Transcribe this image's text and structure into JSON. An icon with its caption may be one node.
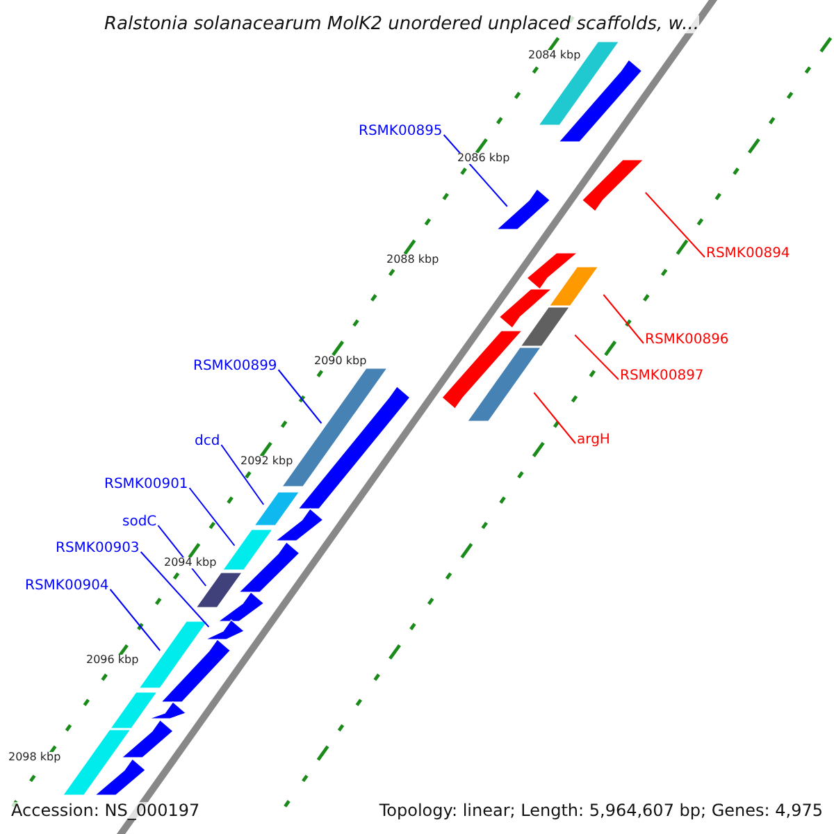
{
  "diagram": {
    "title": "Ralstonia solanacearum MolK2 unordered unplaced scaffolds, w...",
    "nodes": [
      {
        "text": [
          "RSMK00895"
        ]
      },
      {
        "text": [
          "RSMK00894"
        ]
      },
      {
        "text": [
          "RSMK00896"
        ]
      },
      {
        "text": [
          "RSMK00897"
        ]
      },
      {
        "text": [
          "RSMK00899"
        ]
      },
      {
        "text": [
          "argH"
        ]
      },
      {
        "text": [
          "dcd"
        ]
      },
      {
        "text": [
          "RSMK00901"
        ]
      },
      {
        "text": [
          "sodC"
        ]
      },
      {
        "text": [
          "RSMK00903"
        ]
      },
      {
        "text": [
          "RSMK00904"
        ]
      },
      {
        "text": [],
        "shape": "bar"
      },
      {
        "text": [],
        "shape": "arrow"
      },
      {
        "text": [],
        "shape": "arrow"
      },
      {
        "text": [],
        "shape": "arrow"
      },
      {
        "text": [],
        "shape": "arrow"
      },
      {
        "text": [],
        "shape": "arrow"
      },
      {
        "text": [],
        "shape": "bar"
      },
      {
        "text": [],
        "shape": "bar"
      },
      {
        "text": [],
        "shape": "arrow"
      },
      {
        "text": [],
        "shape": "bar"
      },
      {
        "text": [],
        "shape": "bar"
      },
      {
        "text": [],
        "shape": "arrow"
      },
      {
        "text": [],
        "shape": "bar"
      },
      {
        "text": [],
        "shape": "arrow"
      },
      {
        "text": [],
        "shape": "bar"
      },
      {
        "text": [],
        "shape": "arrow"
      },
      {
        "text": [],
        "shape": "bar"
      },
      {
        "text": [],
        "shape": "arrow"
      },
      {
        "text": [],
        "shape": "arrow"
      },
      {
        "text": [],
        "shape": "bar"
      },
      {
        "text": [],
        "shape": "arrow"
      },
      {
        "text": [],
        "shape": "bar"
      },
      {
        "text": [],
        "shape": "arrow"
      },
      {
        "text": [],
        "shape": "arrow"
      },
      {
        "text": [],
        "shape": "bar"
      },
      {
        "text": [],
        "shape": "arrow"
      }
    ],
    "edges": [
      {
        "from": 0,
        "to": 14,
        "arrow": "none"
      },
      {
        "from": 1,
        "to": 13,
        "arrow": "none",
        "color": "#ff0000"
      },
      {
        "from": 2,
        "to": 17,
        "arrow": "none",
        "color": "#ff0000"
      },
      {
        "from": 3,
        "to": 18,
        "arrow": "none",
        "color": "#ff0000"
      },
      {
        "from": 4,
        "to": 21,
        "arrow": "none"
      },
      {
        "from": 5,
        "to": 20,
        "arrow": "none",
        "color": "#ff0000"
      },
      {
        "from": 6,
        "to": 23,
        "arrow": "none"
      },
      {
        "from": 7,
        "to": 25,
        "arrow": "none"
      },
      {
        "from": 8,
        "to": 27,
        "arrow": "none"
      },
      {
        "from": 9,
        "to": 29,
        "arrow": "none"
      },
      {
        "from": 10,
        "to": 30,
        "arrow": "none"
      }
    ],
    "labels": [
      "2084 kbp",
      "2086 kbp",
      "2088 kbp",
      "2090 kbp",
      "2092 kbp",
      "2094 kbp",
      "2096 kbp",
      "2098 kbp",
      "Accession: NS_000197",
      "Topology: linear; Length: 5,964,607 bp; Genes: 4,975"
    ]
  }
}
